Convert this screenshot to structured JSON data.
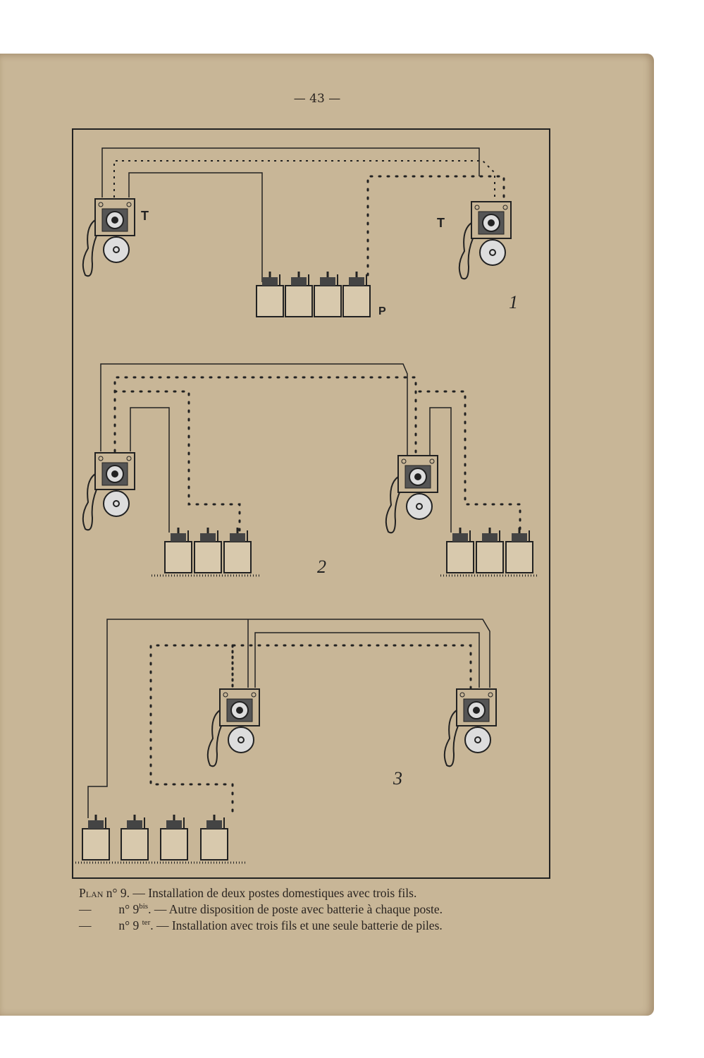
{
  "page_number": "— 43 —",
  "diagram": {
    "fig1": {
      "label": "1",
      "phone_left_label": "T",
      "phone_right_label": "T",
      "battery_label": "P"
    },
    "fig2": {
      "label": "2"
    },
    "fig3": {
      "label": "3"
    }
  },
  "caption": [
    {
      "prefix": "Plan",
      "number": "n° 9",
      "suffix": "",
      "text": ". — Installation de deux postes domestiques avec trois fils."
    },
    {
      "prefix": "—",
      "number": "n° 9",
      "suffix": "bis",
      "text": ". — Autre disposition de poste avec batterie à chaque poste."
    },
    {
      "prefix": "—",
      "number": "n° 9",
      "suffix": "ter",
      "text": ". — Installation avec trois fils et une seule batterie de piles."
    }
  ],
  "colors": {
    "paper": "#c8b697",
    "ink": "#222222"
  }
}
